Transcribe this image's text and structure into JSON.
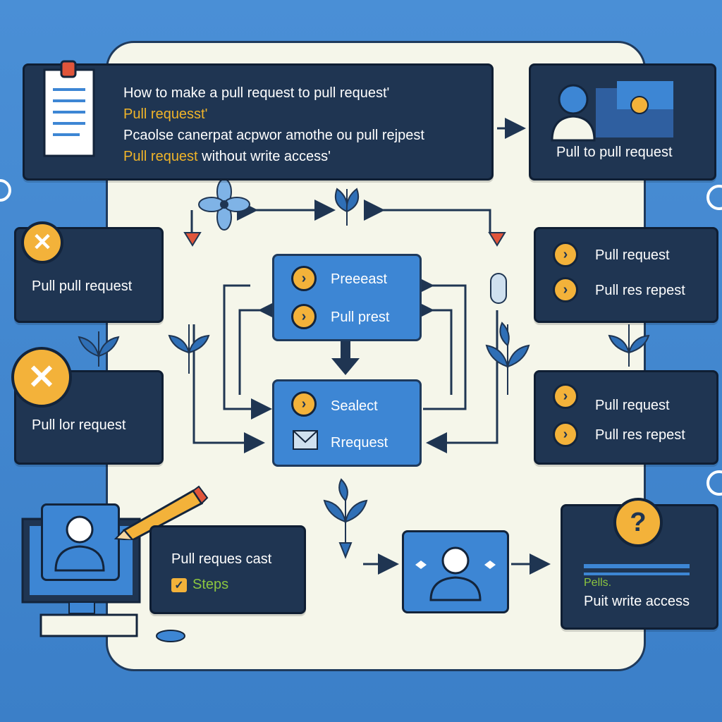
{
  "header_card": {
    "line1": "How to make a pull request to pull request'",
    "line2": "Pull requesst'",
    "line3": "Pcaolse canerpat acpwor amothe ou pull rejpest",
    "line4_yellow": "Pull request",
    "line4_rest": " without write access'"
  },
  "top_right_card": {
    "label": "Pull to pull request"
  },
  "left_card_1": {
    "label": "Pull pull request"
  },
  "left_card_2": {
    "label": "Pull lor request"
  },
  "center_box_1": {
    "item1": "Preeeast",
    "item2": "Pull prest"
  },
  "center_box_2": {
    "item1": "Sealect",
    "item2": "Rrequest"
  },
  "right_card_1": {
    "item1": "Pull request",
    "item2": "Pull res repest"
  },
  "right_card_2": {
    "item1": "Pull request",
    "item2": "Pull res repest"
  },
  "bottom_left_card": {
    "title": "Pull reques cast",
    "steps": "Steps"
  },
  "bottom_right_card": {
    "tag": "Pells.",
    "label": "Puit write access",
    "badge": "?"
  },
  "colors": {
    "background": "#3f86cf",
    "panel": "#f5f6ea",
    "card": "#1f3552",
    "accent": "#f3b23a",
    "box": "#3d86d4"
  },
  "icons": [
    "document-icon",
    "user-icon",
    "close-icon",
    "chevron-right-icon",
    "question-icon",
    "pencil-icon",
    "monitor-icon",
    "mail-icon",
    "flower-icon",
    "leaf-icon"
  ]
}
